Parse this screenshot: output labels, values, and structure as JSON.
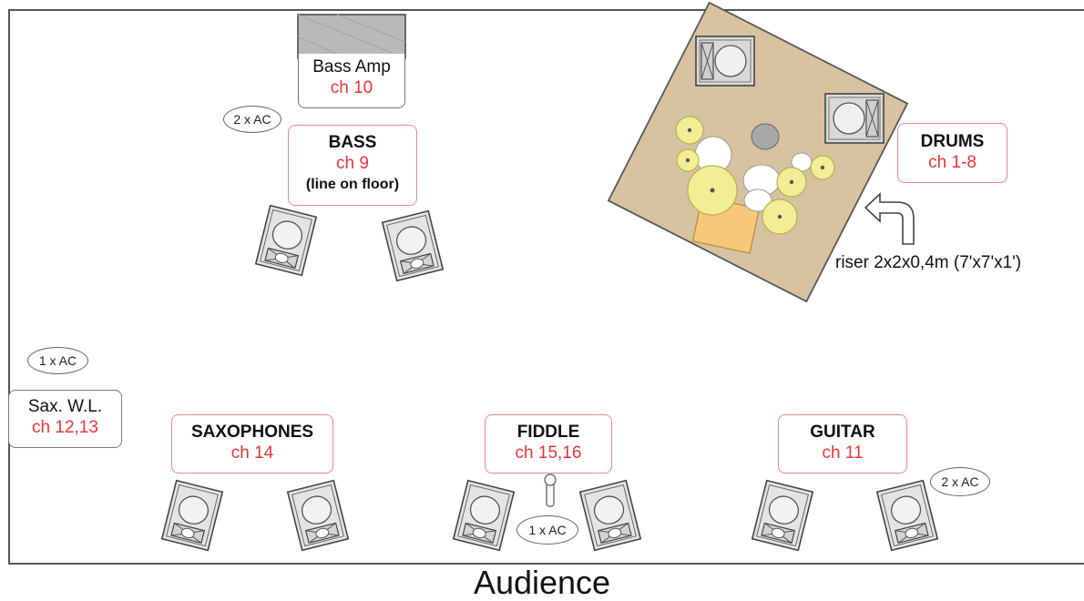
{
  "bass_amp": {
    "label": "Bass Amp",
    "channel": "ch 10"
  },
  "bass": {
    "title": "BASS",
    "channel": "ch 9",
    "note": "(line on floor)",
    "ac": "2 x AC"
  },
  "drums": {
    "title": "DRUMS",
    "channel": "ch 1-8",
    "riser": "riser 2x2x0,4m (7'x7'x1')"
  },
  "sax_wl": {
    "label": "Sax. W.L.",
    "channel": "ch 12,13",
    "ac": "1 x AC"
  },
  "saxophones": {
    "title": "SAXOPHONES",
    "channel": "ch 14"
  },
  "fiddle": {
    "title": "FIDDLE",
    "channel": "ch 15,16",
    "ac": "1 x AC"
  },
  "guitar": {
    "title": "GUITAR",
    "channel": "ch 11",
    "ac": "2 x AC"
  },
  "audience": "Audience",
  "colors": {
    "channel_text": "#e8343a",
    "box_border": "#e58a8a",
    "riser": "#d8c3a0",
    "cymbal": "#f2ee96",
    "throne": "#f7c77a"
  }
}
